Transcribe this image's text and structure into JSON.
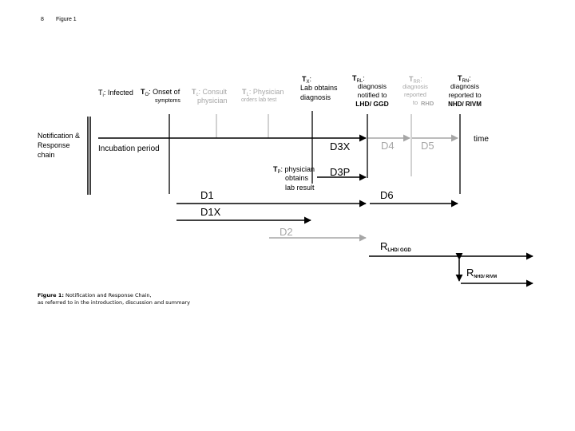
{
  "header": {
    "page_number": "8",
    "figure_label": "Figure 1"
  },
  "chain_label": "Notification &\nResponse\nchain",
  "incubation_label": "Incubation period",
  "time_label": "time",
  "tpoints": {
    "ti": {
      "sym": "T",
      "sub": "i",
      "text": ": Infected"
    },
    "to": {
      "sym": "T",
      "sub": "O",
      "text": ": Onset of",
      "text2": "symptoms"
    },
    "tc": {
      "sym": "T",
      "sub": "c",
      "text": ": Consult",
      "text2": "physician"
    },
    "tl": {
      "sym": "T",
      "sub": "L",
      "text": ": Physician",
      "text2": "orders lab test"
    },
    "tx": {
      "sym": "T",
      "sub": "X",
      "text": ":",
      "text2": "Lab obtains\ndiagnosis"
    },
    "trl": {
      "sym": "T",
      "sub": "RL",
      "text": ":",
      "text2": "diagnosis\nnotified to",
      "text3": "LHD/ GGD"
    },
    "trr": {
      "sym": "T",
      "sub": "RR",
      "text": ":",
      "text2": "diagnosis\nreported\nto",
      "text3": "RHD"
    },
    "trn": {
      "sym": "T",
      "sub": "RN",
      "text": ":",
      "text2": "diagnosis\nreported to",
      "text3": "NHD/ RIVM"
    },
    "tp": {
      "sym": "T",
      "sub": "P",
      "text": ": physician",
      "text2": "obtains\nlab result"
    }
  },
  "delays": {
    "d3x": "D3X",
    "d4": "D4",
    "d5": "D5",
    "d3p": "D3P",
    "d1": "D1",
    "d6": "D6",
    "d1x": "D1X",
    "d2": "D2"
  },
  "responses": {
    "r_lhd": {
      "sym": "R",
      "sub": "LHD/ GGD"
    },
    "r_nhd": {
      "sym": "R",
      "sub": "NHD/ RIVM"
    }
  },
  "caption": {
    "label": "Figure 1:",
    "text": " Notification and Response Chain,",
    "line2": "as referred to in the introduction, discussion and summary"
  },
  "colors": {
    "main": "#000000",
    "inactive": "#a6a6a6"
  }
}
